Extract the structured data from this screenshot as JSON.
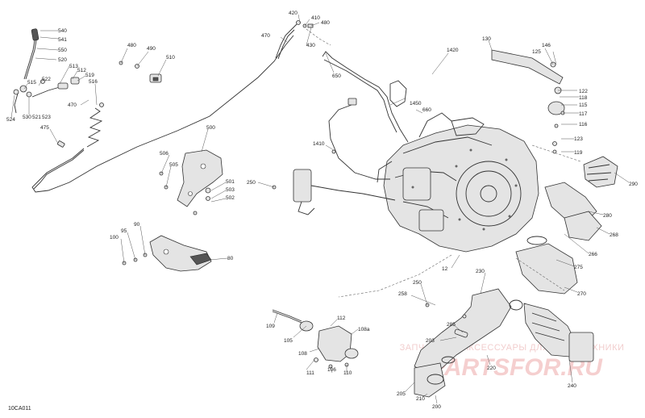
{
  "diagram_ref": "10CA011",
  "watermark": {
    "tagline": "ЗАПЧАСТИ И АКСЕССУАРЫ ДЛЯ МОТОТЕХНИКИ",
    "logo_text": "PARTSFOR.RU"
  },
  "callouts": {
    "c540": "540",
    "c541": "541",
    "c550": "550",
    "c520": "520",
    "c513": "513",
    "c512": "512",
    "c519": "519",
    "c522": "522",
    "c515": "515",
    "c516": "516",
    "c524": "524",
    "c530": "530",
    "c521": "521",
    "c523": "523",
    "c470a": "470",
    "c475": "475",
    "c480": "480",
    "c490": "490",
    "c510": "510",
    "c420": "420",
    "c410": "410",
    "c480b": "480",
    "c430": "430",
    "c470b": "470",
    "c650": "650",
    "c1420": "1420",
    "c1450": "1450",
    "c660": "660",
    "c130": "130",
    "c146": "146",
    "c125": "125",
    "c122": "122",
    "c118": "118",
    "c115": "115",
    "c117": "117",
    "c116": "116",
    "c123": "123",
    "c119": "119",
    "c290": "290",
    "c280": "280",
    "c268": "268",
    "c266": "266",
    "c275": "275",
    "c270": "270",
    "c500": "500",
    "c506": "506",
    "c505": "505",
    "c501": "501",
    "c503": "503",
    "c502": "502",
    "c1410": "1410",
    "c250a": "250",
    "c100": "100",
    "c95": "95",
    "c90": "90",
    "c80": "80",
    "c12": "12",
    "c230": "230",
    "c250b": "250",
    "c258": "258",
    "c109": "109",
    "c112": "112",
    "c105": "105",
    "c108a": "108a",
    "c108": "108",
    "c111": "111",
    "c106": "106",
    "c110": "110",
    "c285": "285",
    "c203": "203",
    "c205": "205",
    "c210": "210",
    "c200": "200",
    "c220": "220",
    "c240": "240"
  }
}
